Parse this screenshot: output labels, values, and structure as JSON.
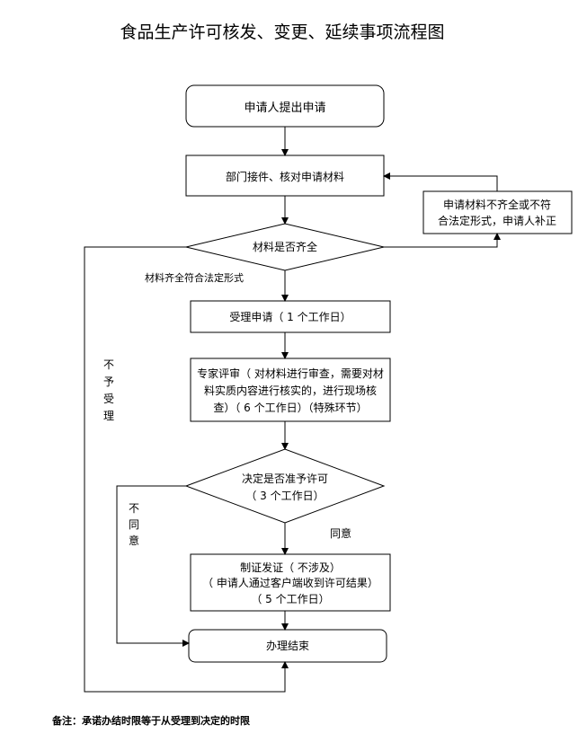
{
  "title": "食品生产许可核发、变更、延续事项流程图",
  "nodes": {
    "apply": "申请人提出申请",
    "receive": "部门接件、核对申请材料",
    "incomplete": [
      "申请材料不齐全或不符",
      "合法定形式，申请人补正"
    ],
    "decision_complete": "材料是否齐全",
    "accept": "受理申请（ 1 个工作日）",
    "review": [
      "专家评审（ 对材料进行审查，需要对材",
      "料实质内容进行核实的，进行现场核",
      "查）（ 6 个工作日）（特殊环节）"
    ],
    "decision_approve": [
      "决定是否准予许可",
      "（ 3 个工作日）"
    ],
    "issue": [
      "制证发证（ 不涉及）",
      "（ 申请人通过客户端收到许可结果）",
      "（ 5 个工作日）"
    ],
    "end": "办理结束"
  },
  "labels": {
    "complete_ok": "材料齐全符合法定形式",
    "not_accept": [
      "不",
      "予",
      "受",
      "理"
    ],
    "disagree": [
      "不",
      "同",
      "意"
    ],
    "agree": "同意"
  },
  "note": "备注：承诺办结时限等于从受理到决定的时限"
}
